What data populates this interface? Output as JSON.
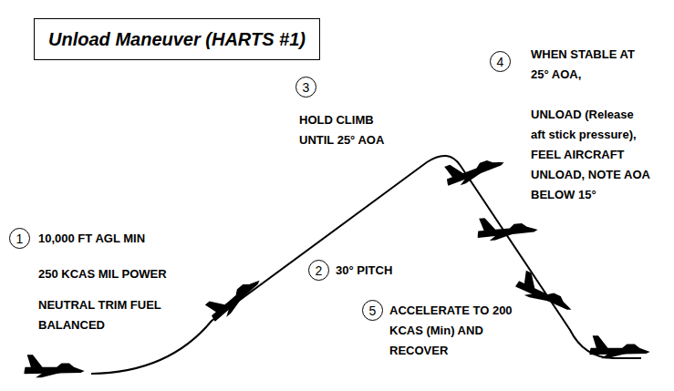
{
  "diagram": {
    "title": "Unload Maneuver (HARTS #1)",
    "nodes": [
      {
        "text": [
          "1"
        ]
      },
      {
        "text": [
          "2"
        ]
      },
      {
        "text": [
          "3"
        ]
      },
      {
        "text": [
          "4"
        ]
      },
      {
        "text": [
          "5"
        ]
      }
    ],
    "edges": [],
    "labels": [
      "10,000 FT AGL MIN",
      "250 KCAS MIL POWER",
      "NEUTRAL TRIM FUEL BALANCED",
      "30° PITCH",
      "HOLD CLIMB UNTIL 25° AOA",
      "WHEN STABLE AT 25° AOA,",
      "UNLOAD (Release aft stick pressure), FEEL AIRCRAFT UNLOAD, NOTE AOA BELOW 15°",
      "ACCELERATE TO 200 KCAS (Min) AND RECOVER"
    ]
  }
}
